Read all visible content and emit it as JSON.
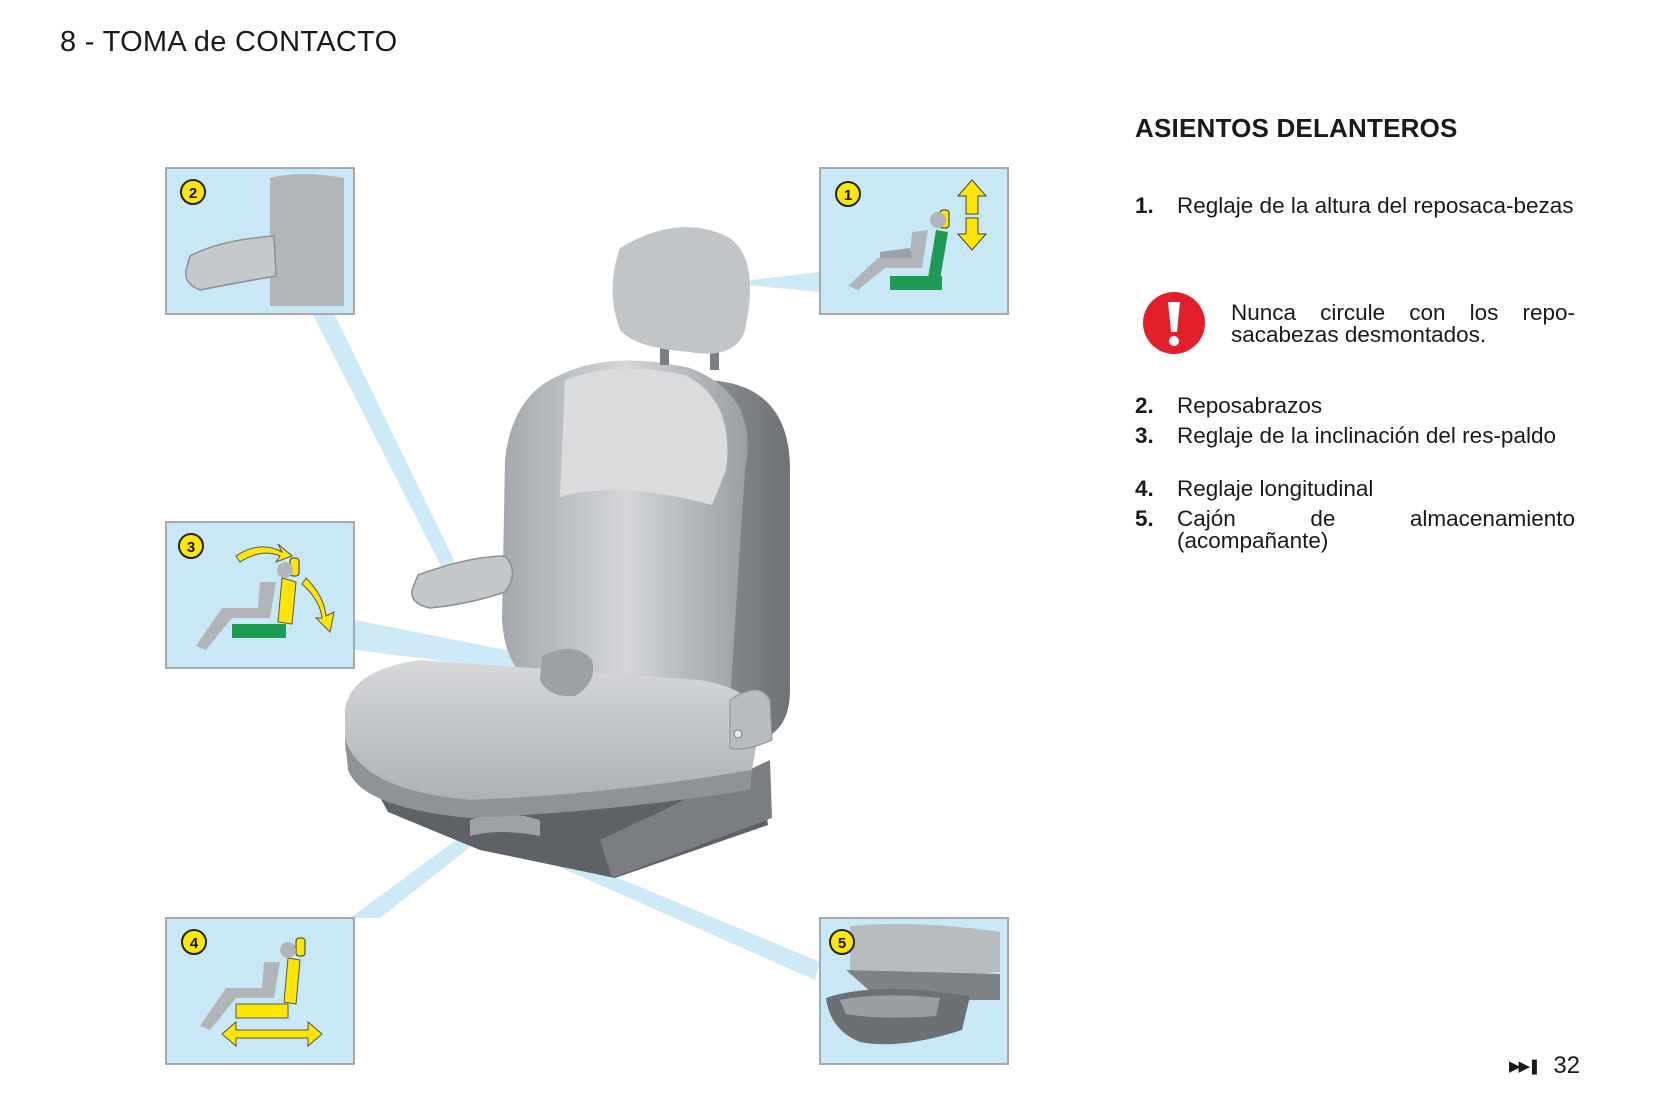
{
  "header": {
    "title": "8 - TOMA de CONTACTO"
  },
  "section": {
    "title": "ASIENTOS DELANTEROS"
  },
  "items": [
    {
      "num": "1.",
      "text": "Reglaje de la altura del reposaca-bezas"
    },
    {
      "num": "2.",
      "text": "Reposabrazos"
    },
    {
      "num": "3.",
      "text": "Reglaje de la inclinación del res-paldo"
    },
    {
      "num": "4.",
      "text": "Reglaje longitudinal"
    },
    {
      "num": "5.",
      "text": "Cajón de almacenamiento (acompañante)"
    }
  ],
  "warning": {
    "icon": "exclamation-warning-icon",
    "text": "Nunca circule con los repo-sacabezas desmontados."
  },
  "callouts": [
    "1",
    "2",
    "3",
    "4",
    "5"
  ],
  "footer": {
    "nav_icon": "skip-forward-icon",
    "page_number": "32"
  },
  "colors": {
    "callout_bg": "#c9e8f5",
    "badge": "#ffe600",
    "warning_red": "#e3202a",
    "seat_grey": "#b9bcbf"
  }
}
